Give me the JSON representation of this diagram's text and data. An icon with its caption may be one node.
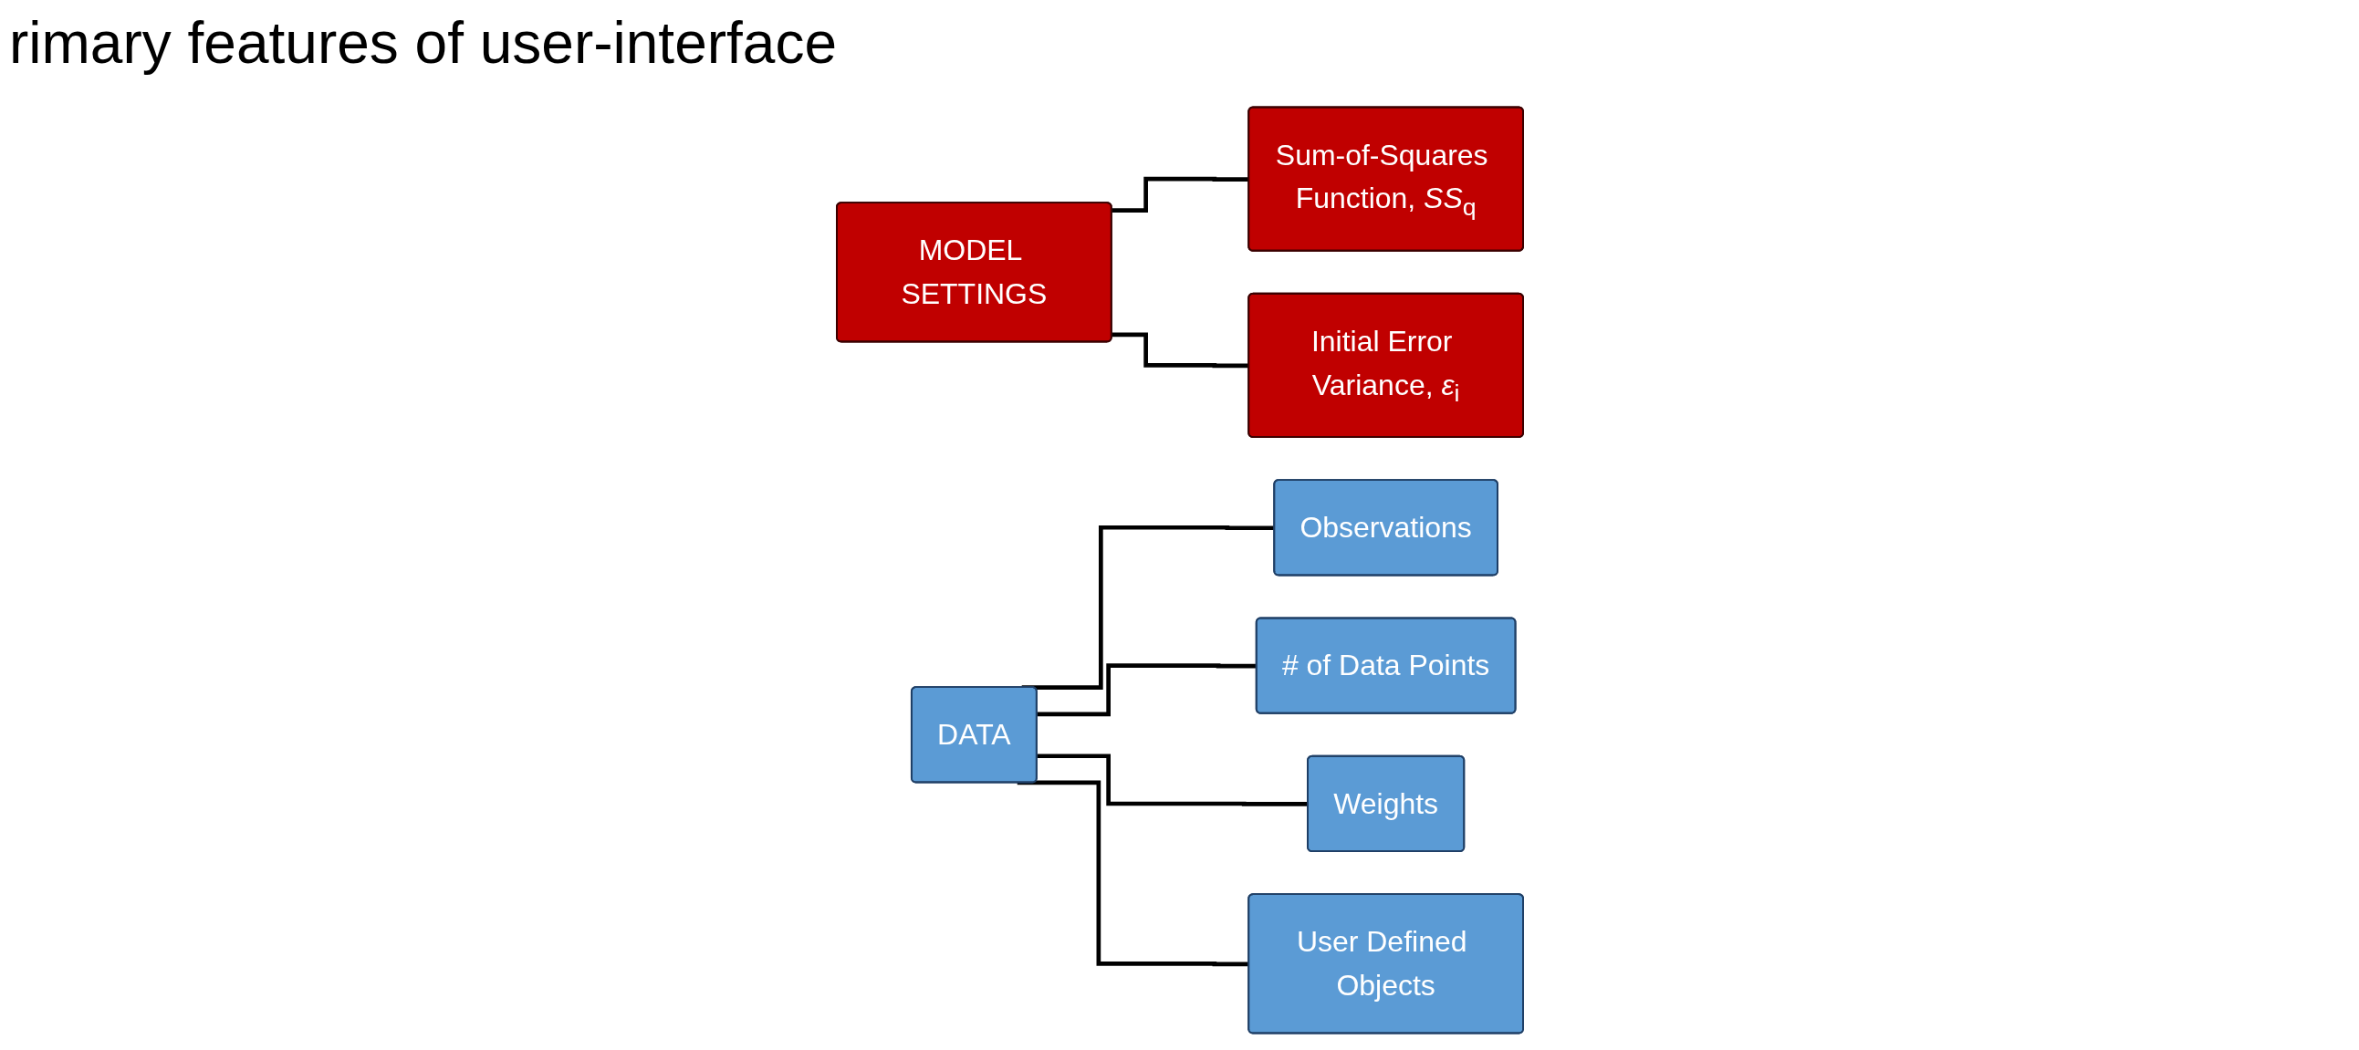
{
  "diagram": {
    "title": "rimary features of user-interface",
    "nodes": [
      {
        "text": [
          "MODEL SETTINGS"
        ]
      },
      {
        "text": [
          "Sum-of-Squares Function, *SS*$_{q}$"
        ]
      },
      {
        "text": [
          "Initial Error Variance, *ε*$_{i}$"
        ]
      },
      {
        "text": [
          "DATA"
        ]
      },
      {
        "text": [
          "Observations"
        ]
      },
      {
        "text": [
          "# of Data Points"
        ]
      },
      {
        "text": [
          "Weights"
        ]
      },
      {
        "text": [
          "User Defined Objects"
        ]
      }
    ],
    "edges": [
      {
        "from": 0,
        "to": 1,
        "arrow": "none"
      },
      {
        "from": 0,
        "to": 2,
        "arrow": "none"
      },
      {
        "from": 3,
        "to": 4,
        "arrow": "none"
      },
      {
        "from": 3,
        "to": 5,
        "arrow": "none"
      },
      {
        "from": 3,
        "to": 6,
        "arrow": "none"
      },
      {
        "from": 3,
        "to": 7,
        "arrow": "none"
      }
    ]
  }
}
